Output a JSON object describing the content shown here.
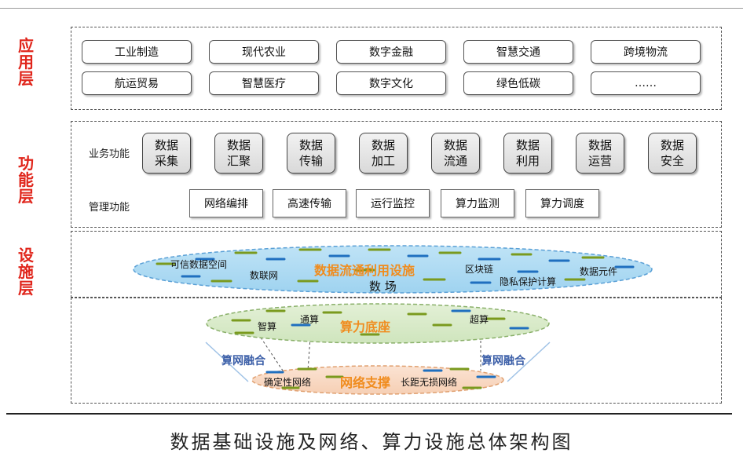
{
  "layers": {
    "application": "应用层",
    "function": "功能层",
    "facility": "设施层"
  },
  "application_items": [
    "工业制造",
    "现代农业",
    "数字金融",
    "智慧交通",
    "跨境物流",
    "航运贸易",
    "智慧医疗",
    "数字文化",
    "绿色低碳",
    "……"
  ],
  "function_layer": {
    "business_label": "业务功能",
    "business_items": [
      "数据采集",
      "数据汇聚",
      "数据传输",
      "数据加工",
      "数据流通",
      "数据利用",
      "数据运营",
      "数据安全"
    ],
    "management_label": "管理功能",
    "management_items": [
      "网络编排",
      "高速传输",
      "运行监控",
      "算力监测",
      "算力调度"
    ]
  },
  "data_facility": {
    "title": "数据流通利用设施",
    "subtitle": "数 场",
    "labels": [
      "可信数据空间",
      "数联网",
      "区块链",
      "隐私保护计算",
      "数据元件"
    ]
  },
  "compute_base": {
    "title": "算力底座",
    "labels": [
      "智算",
      "通算",
      "超算"
    ]
  },
  "network_support": {
    "title": "网络支撑",
    "labels": [
      "确定性网络",
      "长距无损网络"
    ]
  },
  "fusion_label": "算网融合",
  "caption": "数据基础设施及网络、算力设施总体架构图",
  "colors": {
    "layer_label": "#e0251b",
    "orange_title": "#f08c1e",
    "fusion": "#3c5fa8"
  }
}
